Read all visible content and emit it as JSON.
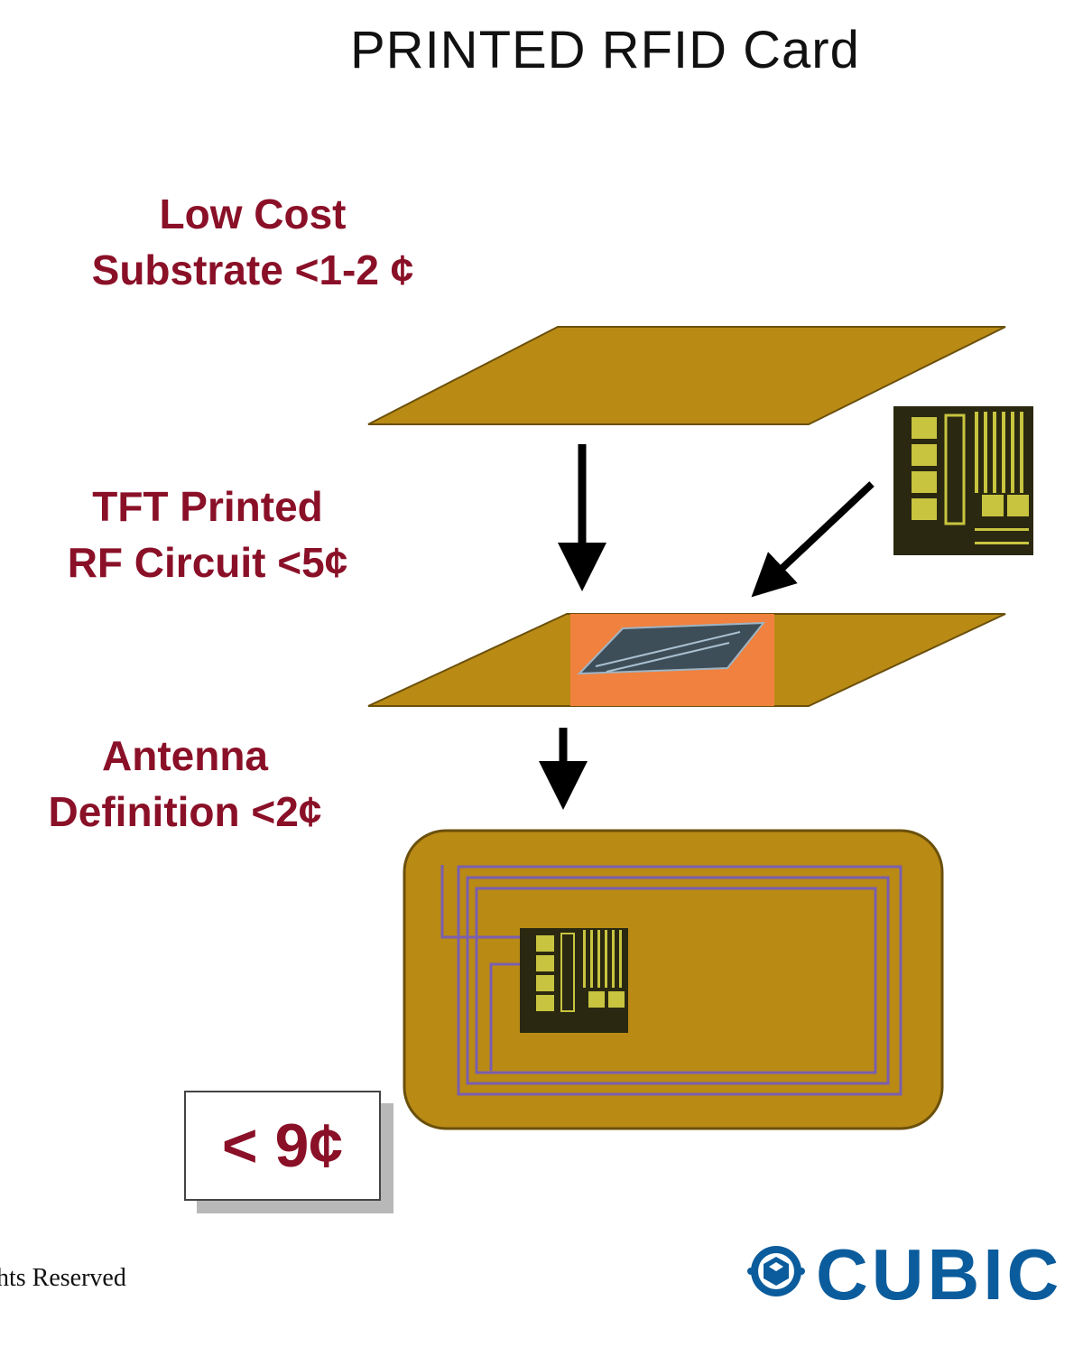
{
  "title": "PRINTED RFID Card",
  "labels": {
    "substrate": {
      "line1": "Low Cost",
      "line2": "Substrate <1-2 ¢"
    },
    "tft": {
      "line1": "TFT Printed",
      "line2": "RF Circuit <5¢"
    },
    "antenna": {
      "line1": "Antenna",
      "line2": "Definition <2¢"
    }
  },
  "total_cost": "< 9¢",
  "copyright_fragment": "hts Reserved",
  "logo_text": "CUBIC",
  "colors": {
    "substrate": "#b98a14",
    "circuit_region": "#f0813e",
    "label_text": "#8a1028",
    "chip_dark": "#2a2810",
    "chip_pad": "#c8c440",
    "logo": "#0b5c9c"
  }
}
